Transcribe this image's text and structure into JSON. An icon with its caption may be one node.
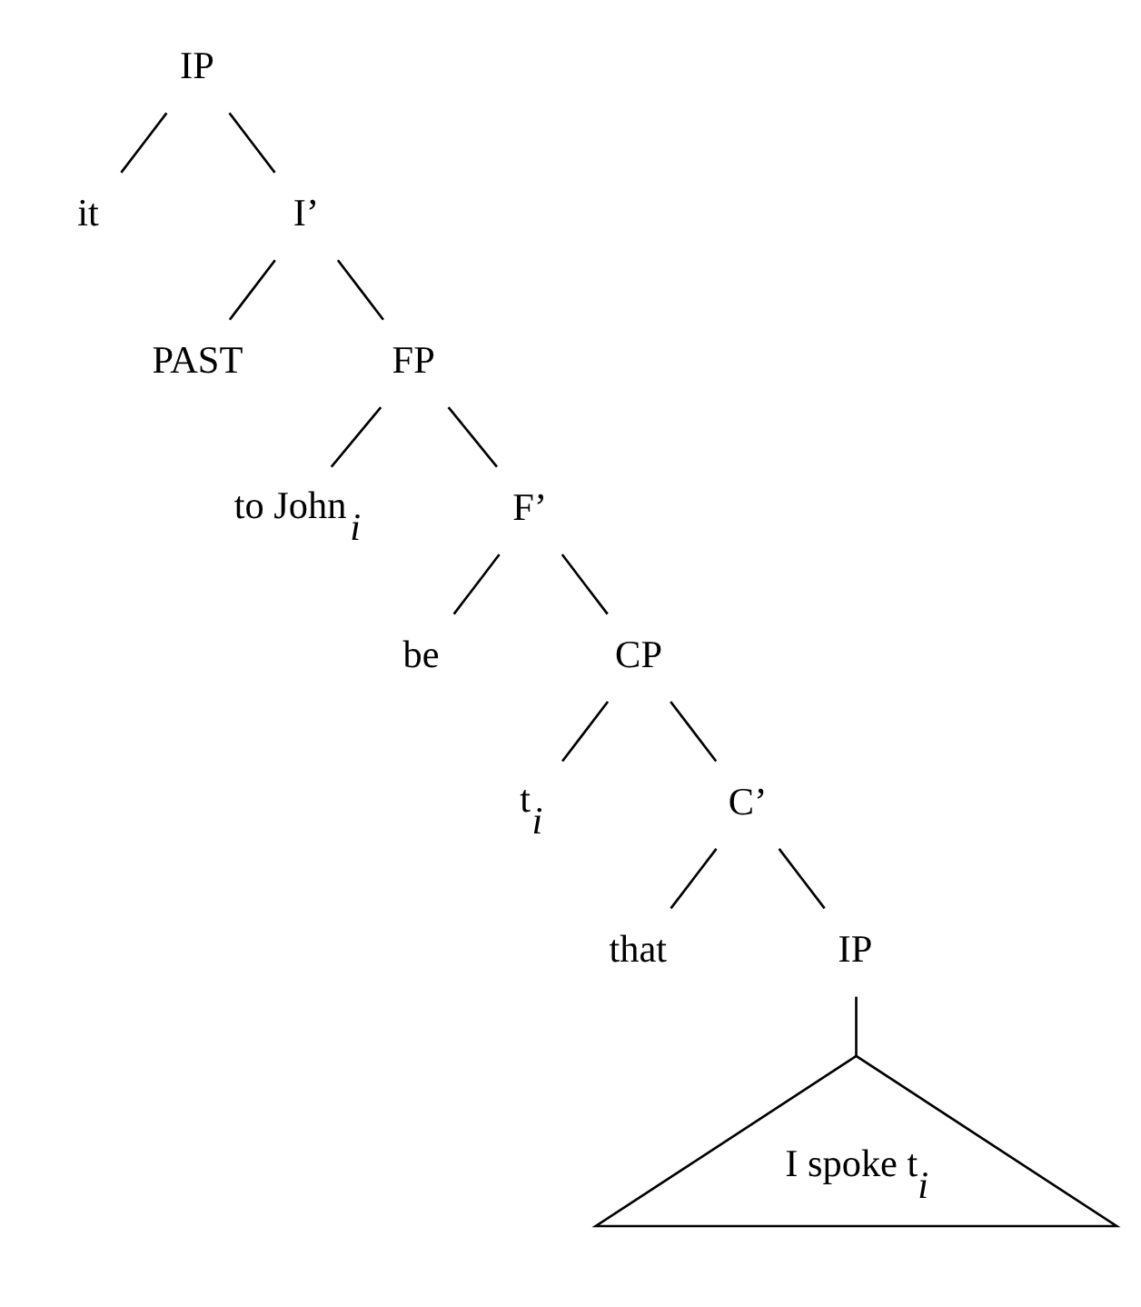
{
  "diagram": {
    "nodes": [
      {
        "text": [
          "IP"
        ]
      },
      {
        "text": [
          "it"
        ]
      },
      {
        "text": [
          "I’"
        ]
      },
      {
        "text": [
          "PAST"
        ]
      },
      {
        "text": [
          "FP"
        ]
      },
      {
        "text": [
          "to John$_{i}$"
        ]
      },
      {
        "text": [
          "F’"
        ]
      },
      {
        "text": [
          "be"
        ]
      },
      {
        "text": [
          "CP"
        ]
      },
      {
        "text": [
          "t$_{i}$"
        ]
      },
      {
        "text": [
          "C’"
        ]
      },
      {
        "text": [
          "that"
        ]
      },
      {
        "text": [
          "IP"
        ]
      },
      {
        "text": [
          "I spoke t$_{i}$"
        ]
      }
    ],
    "edges": [
      {
        "from": 0,
        "to": 1,
        "arrow": "none"
      },
      {
        "from": 0,
        "to": 2,
        "arrow": "none"
      },
      {
        "from": 2,
        "to": 3,
        "arrow": "none"
      },
      {
        "from": 2,
        "to": 4,
        "arrow": "none"
      },
      {
        "from": 4,
        "to": 5,
        "arrow": "none"
      },
      {
        "from": 4,
        "to": 6,
        "arrow": "none"
      },
      {
        "from": 6,
        "to": 7,
        "arrow": "none"
      },
      {
        "from": 6,
        "to": 8,
        "arrow": "none"
      },
      {
        "from": 8,
        "to": 9,
        "arrow": "none"
      },
      {
        "from": 8,
        "to": 10,
        "arrow": "none"
      },
      {
        "from": 10,
        "to": 11,
        "arrow": "none"
      },
      {
        "from": 10,
        "to": 12,
        "arrow": "none"
      },
      {
        "from": 12,
        "to": 13,
        "arrow": "none"
      }
    ]
  }
}
